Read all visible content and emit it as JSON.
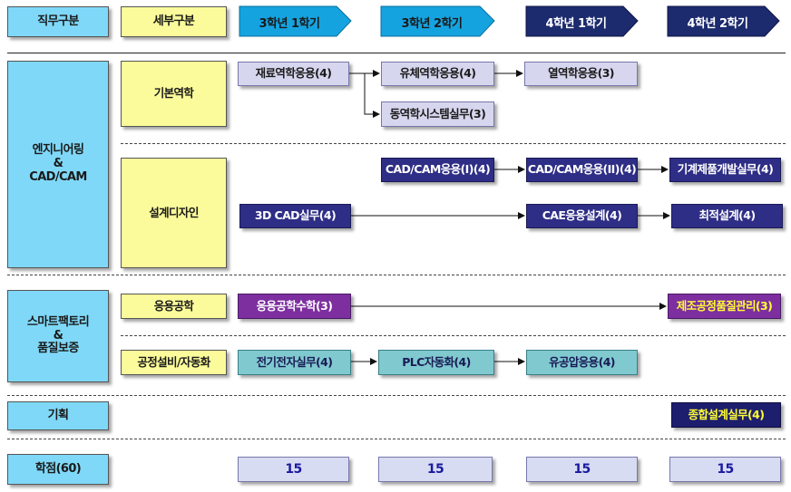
{
  "header": {
    "job_category": "직무구분",
    "sub_category": "세부구분",
    "semesters": [
      "3학년  1학기",
      "3학년  2학기",
      "4학년  1학기",
      "4학년  2학기"
    ]
  },
  "jobs": {
    "engineering": "엔지니어링\n&\nCAD/CAM",
    "smart_factory": "스마트팩토리\n&\n품질보증",
    "planning": "기획",
    "credits": "학점(60)"
  },
  "subs": {
    "basic_mechanics": "기본역학",
    "design": "설계디자인",
    "applied_eng": "응용공학",
    "automation": "공정설비/자동화"
  },
  "courses": {
    "c1": "재료역학응용(4)",
    "c2": "유체역학응용(4)",
    "c3": "열역학응용(3)",
    "c4": "동역학시스템실무(3)",
    "c5": "CAD/CAM응용(I)(4)",
    "c6": "CAD/CAM응용(II)(4)",
    "c7": "기계제품개발실무(4)",
    "c8": "3D  CAD실무(4)",
    "c9": "CAE응용설계(4)",
    "c10": "최적설계(4)",
    "c11": "응용공학수학(3)",
    "c12": "제조공정품질관리(3)",
    "c13": "전기전자실무(4)",
    "c14": "PLC자동화(4)",
    "c15": "유공압응용(4)",
    "c16": "종합설계실무(4)"
  },
  "credits": [
    "15",
    "15",
    "15",
    "15"
  ],
  "colors": {
    "header_blue": "#15a3e0",
    "header_navy": "#1c2a6e",
    "cyan": "#7fd8f8",
    "yellow": "#fbfb9b",
    "navy": "#2e2e86",
    "purple": "#7d2fa0",
    "teal": "#7fc9cf"
  }
}
